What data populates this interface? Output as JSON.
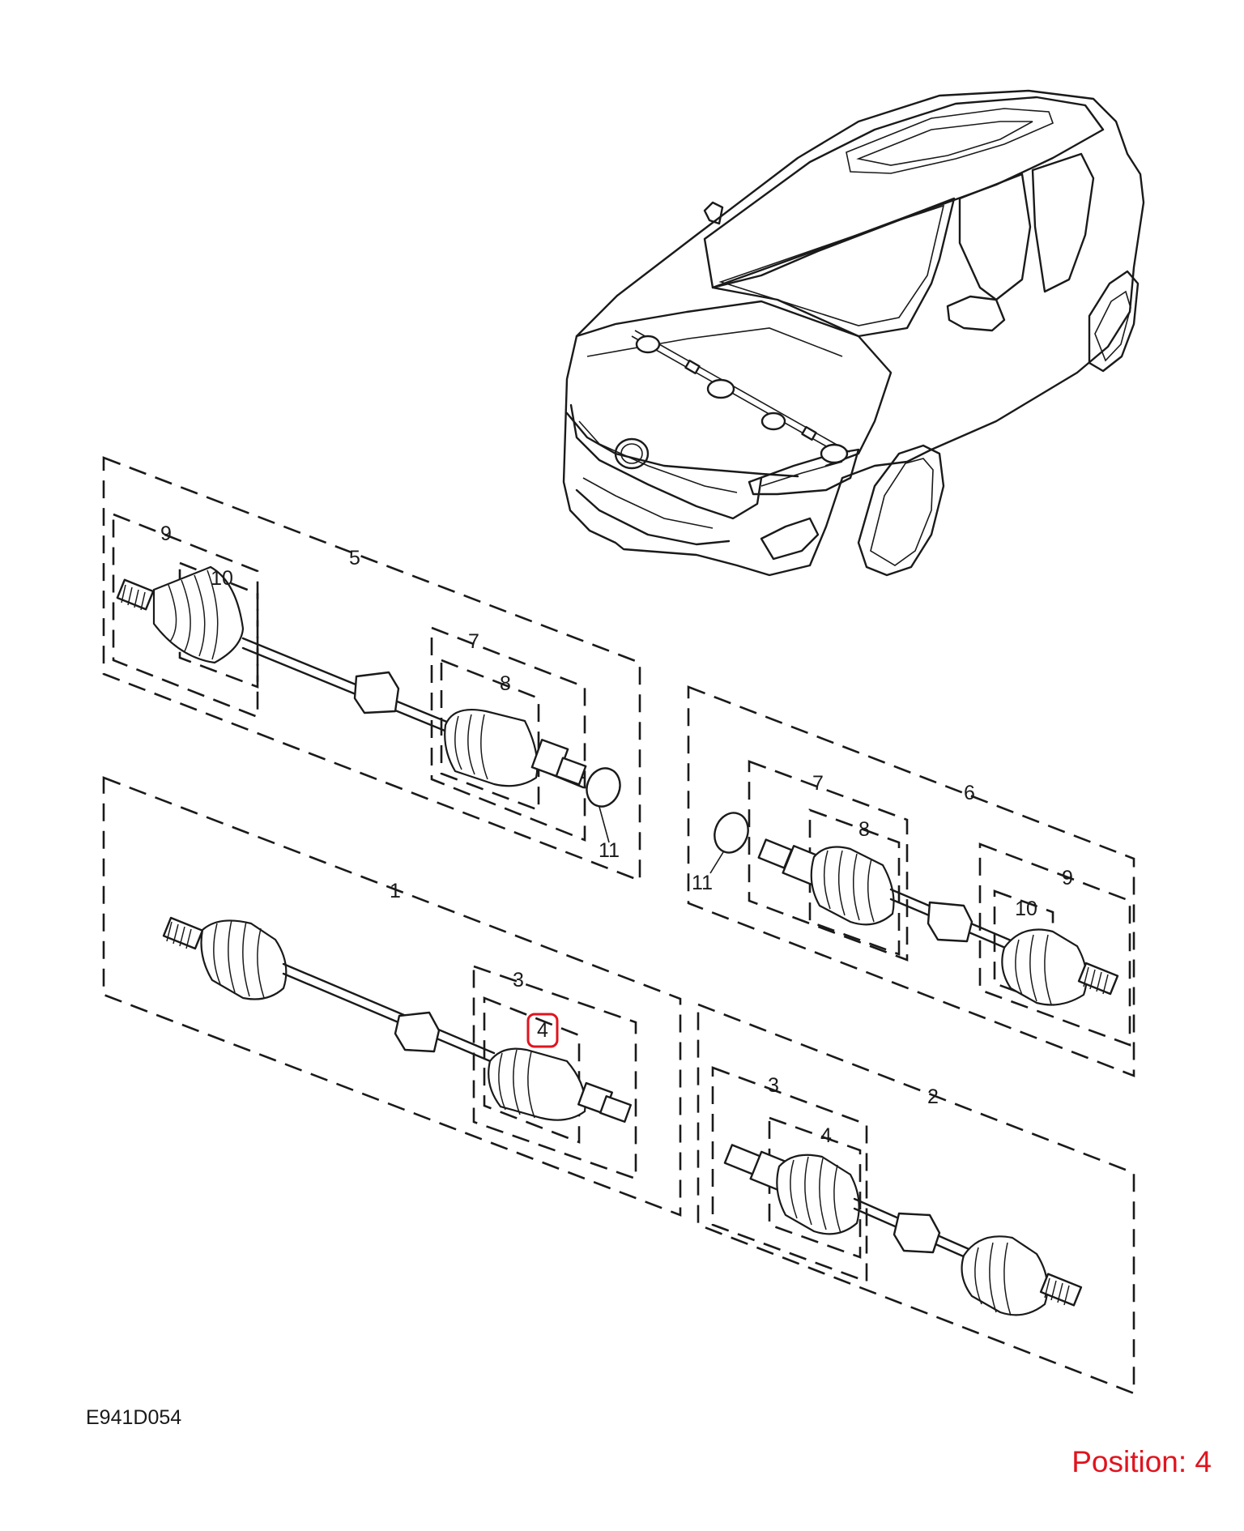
{
  "diagram": {
    "reference_code": "E941D054",
    "position_label": "Position: 4",
    "highlight_color": "#e0141e",
    "line_color": "#1a1a1a",
    "callouts": {
      "c1": "1",
      "c2": "2",
      "c3a": "3",
      "c3b": "3",
      "c4a": "4",
      "c4b": "4",
      "c5": "5",
      "c6": "6",
      "c7a": "7",
      "c7b": "7",
      "c8a": "8",
      "c8b": "8",
      "c9a": "9",
      "c9b": "9",
      "c10a": "10",
      "c10b": "10",
      "c11a": "11",
      "c11b": "11"
    },
    "highlighted_callout": "4"
  }
}
